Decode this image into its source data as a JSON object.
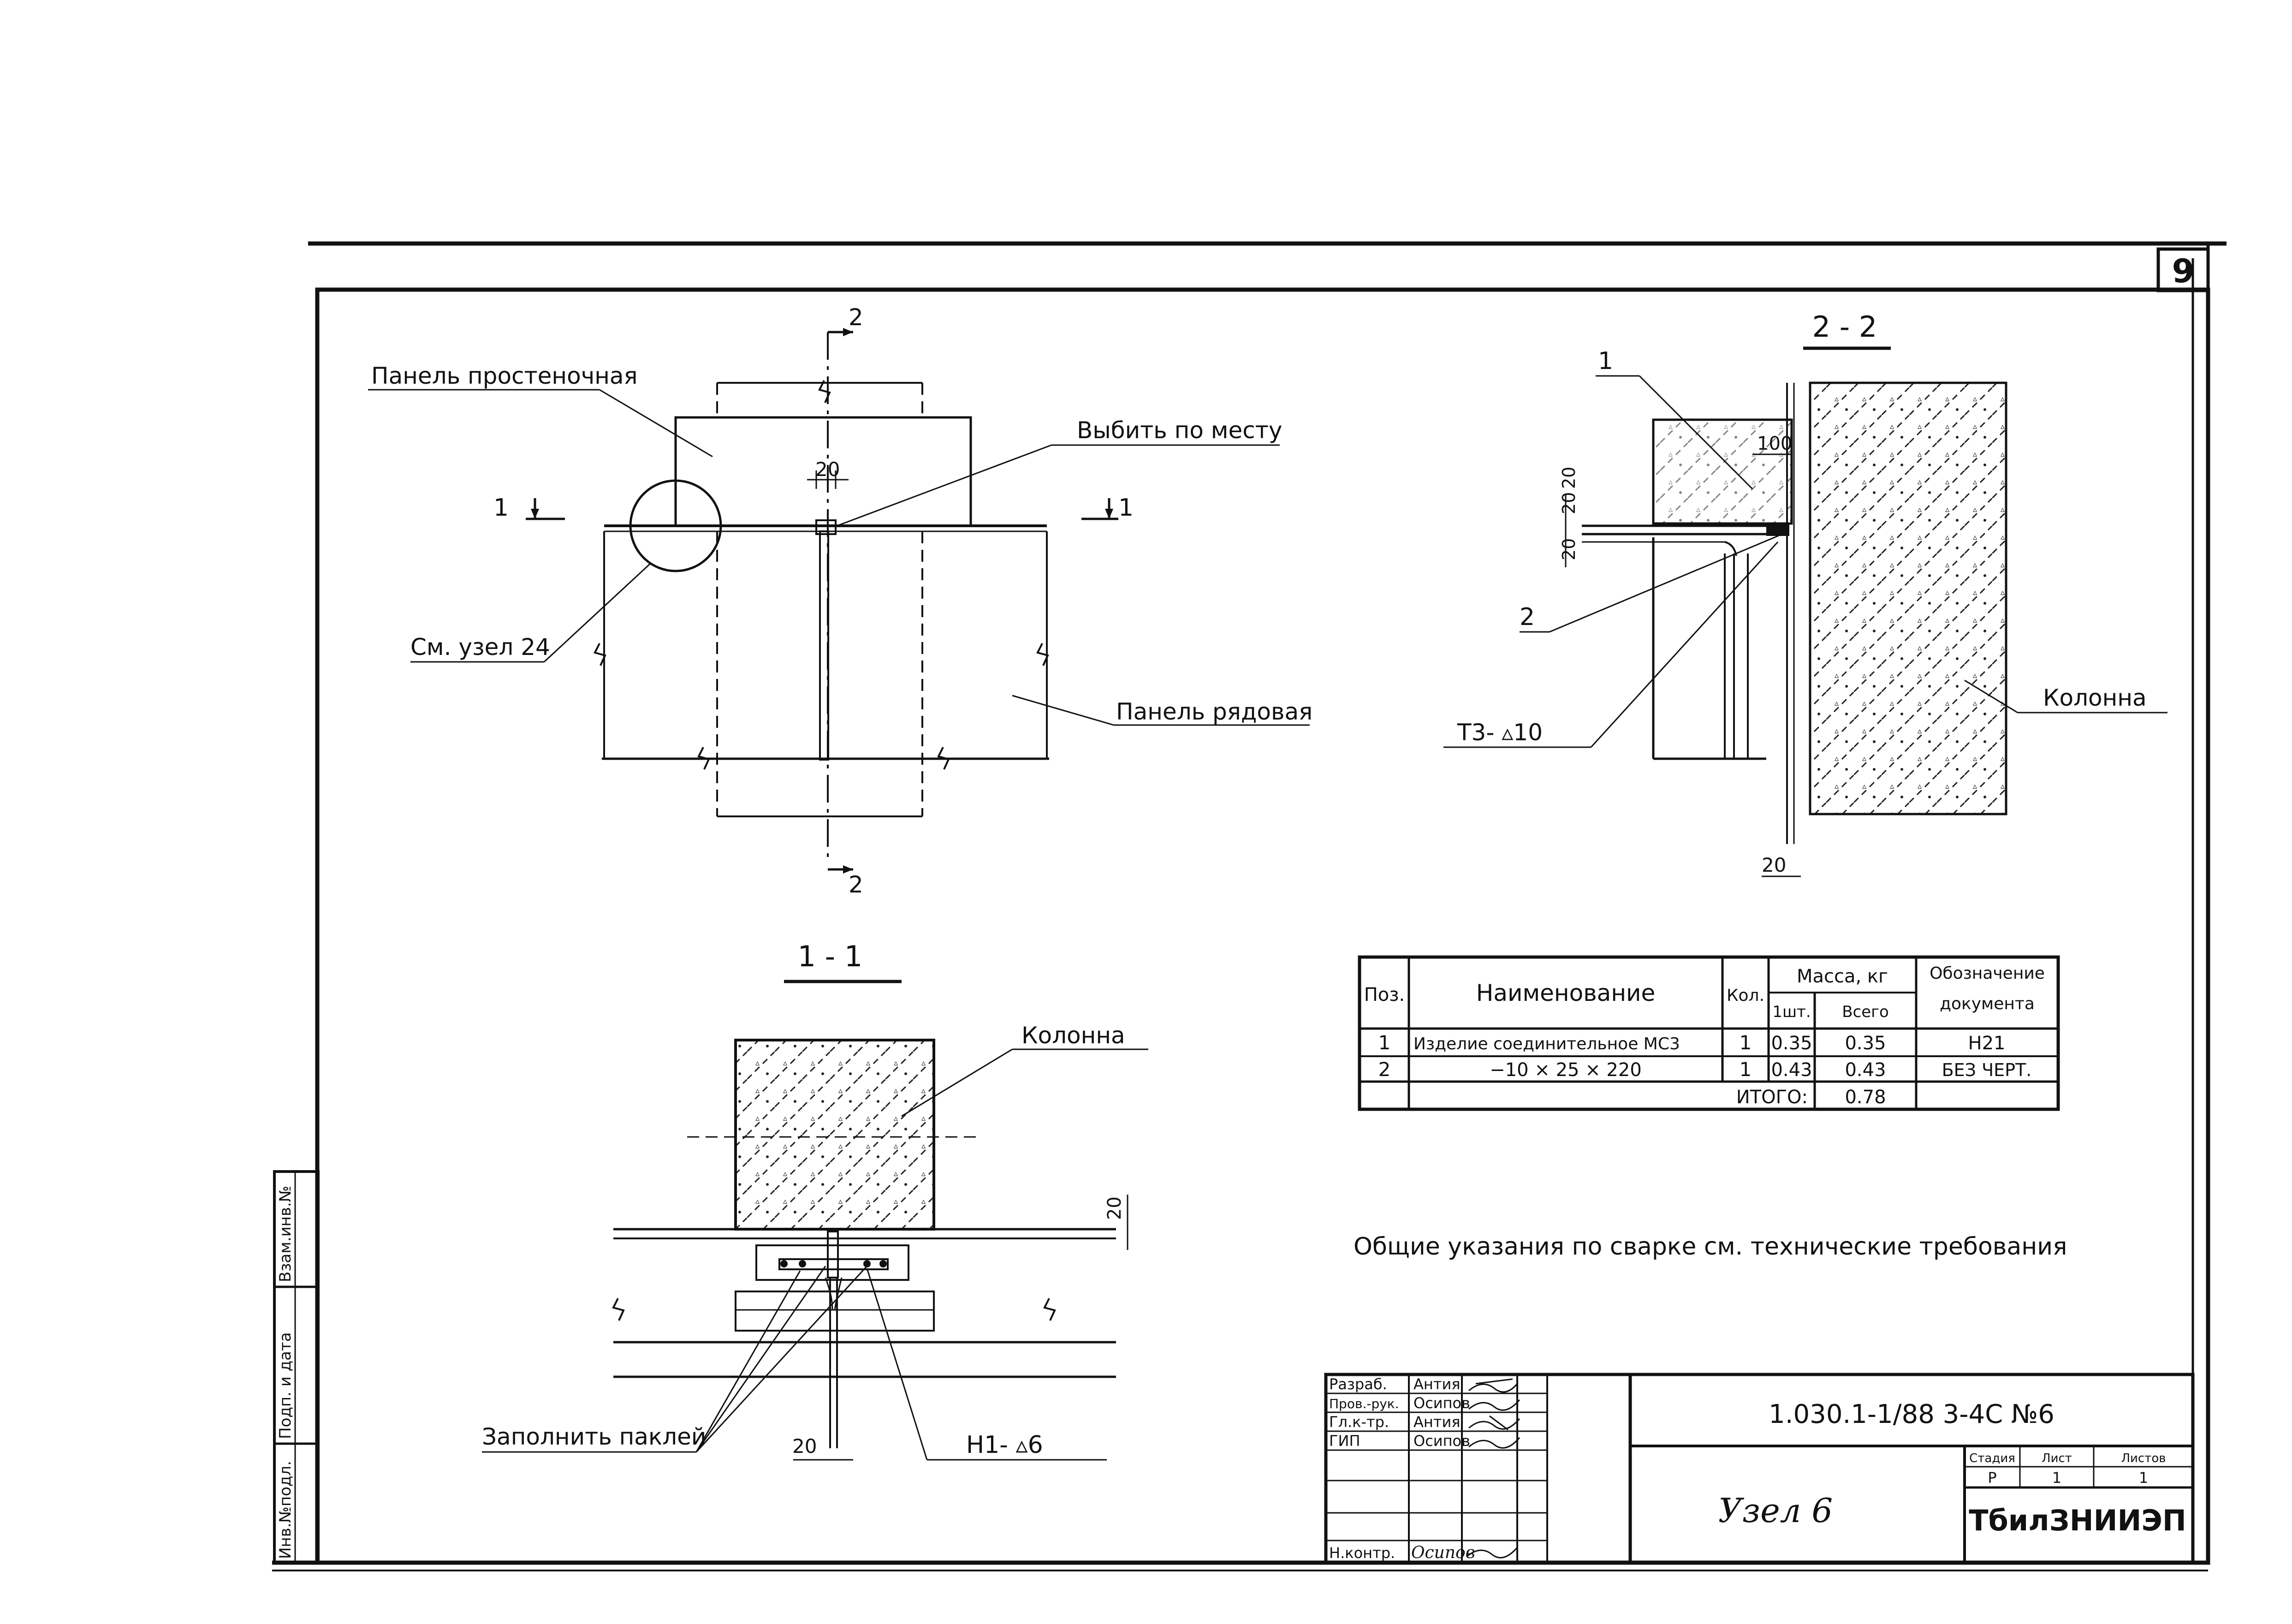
{
  "sheet_number": "9",
  "plan_view": {
    "label_panel_wall": "Панель простеночная",
    "label_knock_out": "Выбить по месту",
    "label_see_node": "См. узел 24",
    "label_panel_row": "Панель рядовая",
    "dim_20": "20",
    "section_mark_2_top": "2",
    "section_mark_2_bottom": "2",
    "section_mark_1_left": "1",
    "section_mark_1_right": "1"
  },
  "section_2_2": {
    "title": "2 - 2",
    "pos_1": "1",
    "pos_2": "2",
    "dim_100": "100",
    "dim_20_a": "20",
    "dim_20_b": "20",
    "dim_20_c": "20",
    "weld_label": "Т3- ▵10",
    "label_column": "Колонна",
    "dim_20_bottom": "20"
  },
  "section_1_1": {
    "title": "1 - 1",
    "label_column": "Колонна",
    "label_fill_putty": "Заполнить паклей",
    "weld_label": "Н1- ▵6",
    "dim_20_right": "20",
    "dim_20_bottom": "20"
  },
  "spec_table": {
    "headers": {
      "pos": "Поз.",
      "name": "Наименование",
      "qty": "Кол.",
      "mass": "Масса, кг",
      "mass_unit": "1шт.",
      "mass_total": "Всего",
      "doc": "Обозначение документа"
    },
    "rows": [
      {
        "pos": "1",
        "name": "Изделие соединительное МС3",
        "qty": "1",
        "unit": "0.35",
        "total": "0.35",
        "doc": "Н21"
      },
      {
        "pos": "2",
        "name": "−10 × 25 × 220",
        "qty": "1",
        "unit": "0.43",
        "total": "0.43",
        "doc": "БЕЗ ЧЕРТ."
      }
    ],
    "total_label": "ИТОГО:",
    "total_value": "0.78"
  },
  "note": "Общие указания по сварке см. технические требования",
  "title_block": {
    "roles": [
      {
        "role": "Разраб.",
        "name": "Антия"
      },
      {
        "role": "Пров.-рук.",
        "name": "Осипов"
      },
      {
        "role": "Гл.к-тр.",
        "name": "Антия"
      },
      {
        "role": "ГИП",
        "name": "Осипов"
      },
      {
        "role": "",
        "name": ""
      },
      {
        "role": "",
        "name": ""
      },
      {
        "role": "",
        "name": ""
      },
      {
        "role": "Н.контр.",
        "name": "Осипов"
      }
    ],
    "doc_code": "1.030.1-1/88 3-4С №6",
    "drawing_title": "Узел 6",
    "stage_label": "Стадия",
    "sheet_label": "Лист",
    "sheets_label": "Листов",
    "stage": "Р",
    "sheet": "1",
    "sheets": "1",
    "org": "ТбилЗНИИЭП"
  },
  "side_stamp": {
    "inv_orig": "Инв.№подл.",
    "sign_date": "Подп. и дата",
    "inv_replace": "Взам.инв.№"
  }
}
